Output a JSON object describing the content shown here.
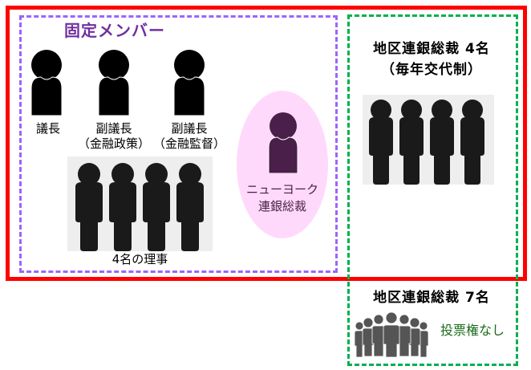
{
  "colors": {
    "outer_frame": "#ff0000",
    "fixed_members_border": "#9966ff",
    "regional_border": "#00b050",
    "ellipse_fill": "#ffd9fb",
    "ny_figure": "#4a1f49",
    "title_purple": "#7030a0",
    "no_vote_text": "#1a6b1a"
  },
  "fixed_members": {
    "title": "固定メンバー",
    "chair": {
      "label": "議長"
    },
    "vice_chair_policy": {
      "label": "副議長",
      "sublabel": "（金融政策）"
    },
    "vice_chair_supervision": {
      "label": "副議長",
      "sublabel": "（金融監督）"
    },
    "governors": {
      "label": "4名の理事",
      "count": 4
    },
    "ny_fed": {
      "line1": "ニューヨーク",
      "line2": "連銀総裁"
    }
  },
  "rotating": {
    "title": "地区連銀総裁 4名",
    "subtitle": "（毎年交代制）",
    "count": 4
  },
  "non_voting": {
    "title": "地区連銀総裁 7名",
    "note": "投票権なし",
    "count": 7
  }
}
